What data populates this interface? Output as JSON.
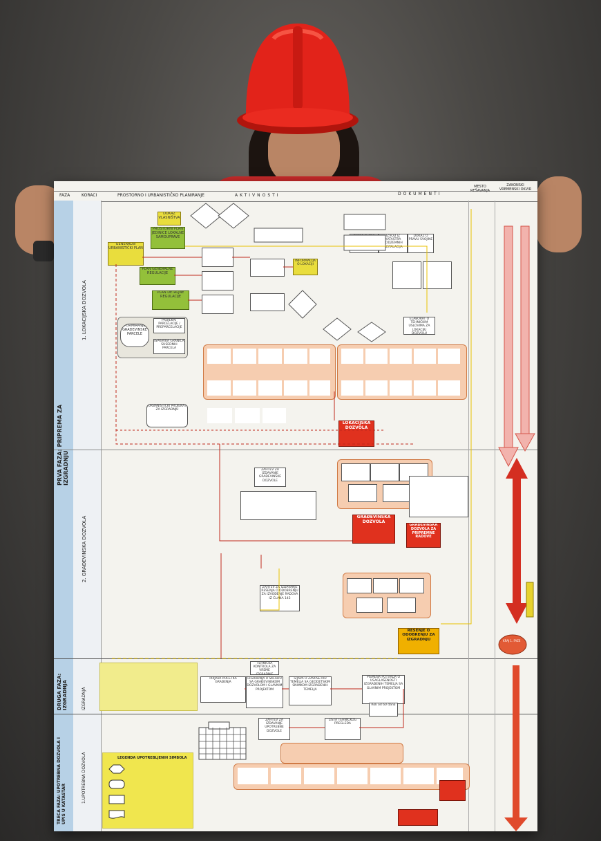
{
  "poster": {
    "header": {
      "faza": "FAZA",
      "koraci": "KORACI",
      "planiranje": "PROSTORNO I URBANISTIČKO PLANIRANJE",
      "aktivnosti": "AKTIVNOSTI",
      "dokumenti": "DOKUMENTI",
      "mesto_resavanja": "MESTO REŠAVANJA",
      "zakonski_vremenski_okvir": "ZAKONSKI VREMENSKI OKVIR"
    },
    "phases": {
      "prva": "PRVA FAZA: PRIPREMA ZA IZGRADNJU",
      "druga": "DRUGA FAZA: IZGRADNJA",
      "treca": "TREĆA FAZA: UPOTREBNA DOZVOLA I UPIS U KATASTAR"
    },
    "steps": {
      "lokacijska": "1. LOKACIJSKA DOZVOLA",
      "gradjevinska": "2. GRAĐEVINSKA DOZVOLA",
      "izgradnja": "IZGRADNJA",
      "upotrebna": "1.UPOTREBNA DOZVOLA"
    },
    "nodes": {
      "dokaz_vlasnistva": "DOKAZ VLASNIŠTVA",
      "prostorni_plan": "PROSTORNI PLAN JEDINICE LOKALNE SAMOUPRAVE",
      "generalni_plan": "GENERALNI URBANISTIČKI PLAN",
      "plan_generalne": "PLAN GENERALNE REGULACIJE",
      "plan_detaljne": "PLAN DETALJNE REGULACIJE",
      "formiranje": "FORMIRANJE GRAĐEVINSKE PARCELE",
      "projekat_parcelacije": "PROJEKAT PARCELACIJE / PREPARCELACIJE",
      "ispravka_granica": "ISPRAVKA GRANICA SUSEDNIH PARCELA",
      "urbanisticki_projekat": "URBANISTIČKI PROJEKAT ZA IZGRADNJU",
      "lokacijska_dozvola": "LOKACIJSKA DOZVOLA",
      "gradjevinska_dozvola": "GRAĐEVINSKA DOZVOLA",
      "gradj_pripremne": "GRAĐEVINSKA DOZVOLA ZA PRIPREMNE RADOVE",
      "resenje": "REŠENJE O ODOBRENJU ZA IZGRADNJU",
      "kopija_plana": "KOPIJA PLANA PARCELE",
      "izvod_katastra": "IZVOD IZ KATASTRA PODZEMNIH INSTALACIJA",
      "dokaz_uplati": "DOKAZ O PRAVU SVOJINE",
      "informacija": "INFORMACIJA O LOKACIJI",
      "elaborat": "ELABORAT O TEHNIČKIM USLOVIMA ZA LOKACIJU DOZVOLU",
      "zahtev_gradj": "ZAHTEV ZA IZDAVANJE GRAĐEVINSKE DOZVOLE",
      "zahtev_resenje": "ZAHTEV ZA IZDAVANJE REŠENJA O ODOBRENJU ZA IZVOĐENJE RADOVA IZ ČLANA 145",
      "prijava_pocetka": "PRIJAVA POČETKA GRAĐENJA",
      "tehnicka_kontrola": "TEHNIČKA KONTROLA ZA VREME IZGRADNJE",
      "izgradnja_skladu": "IZGRADNJA U SKLADU SA GRAĐEVINSKOM DOZVOLOM I GLAVNIM PROJEKTOM",
      "izjava_temelja": "IZJAVA O ZAVRŠETKU TEMELJA SA GEODETSKIM SNIMKOM IZGRAĐENIH TEMELJA",
      "pismena_potvrda": "PISMENA POTVRDA O USAGLAŠENOSTI IZGRAĐENIH TEMELJA SA GLAVNIM PROJEKTOM",
      "zahtev_upotrebna": "ZAHTEV ZA IZDAVANJE UPOTREBNE DOZVOLE",
      "lista_tehnickog": "LISTA TEHNIČKOG PREGLEDA",
      "rok": "Rok od 60 dana",
      "kraj_faze": "KRAJ 1. FAZE"
    },
    "legend": {
      "title": "LEGENDA UPOTREBLJENIH SIMBOLA"
    }
  },
  "colors": {
    "helmet": "#e2231a",
    "poster": "#f4f3ee",
    "yellow": "#e9dd3d",
    "green": "#93c03a",
    "red": "#e0311e",
    "orange": "#f0b000",
    "peach": "#f6cdb0"
  }
}
